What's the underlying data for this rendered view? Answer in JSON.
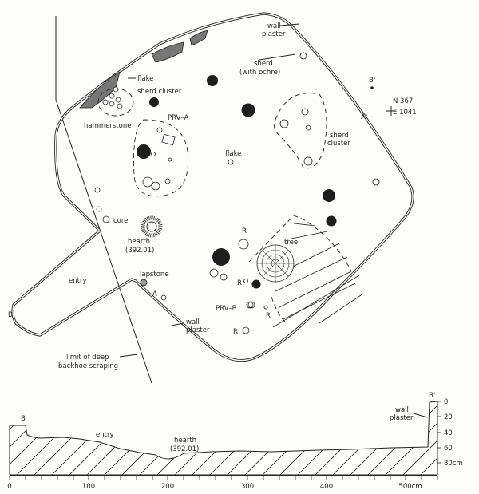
{
  "plan": {
    "labels": {
      "wall_plaster_top": [
        "wall",
        "plaster"
      ],
      "sherd_ochre": [
        "sherd",
        "(with ochre)"
      ],
      "flake_1": "flake",
      "sherd_cluster_1": "sherd cluster",
      "hammerstone": "hammerstone",
      "prv_a": "PRV–A",
      "flake_2": "flake",
      "sherd_cluster_2": [
        "sherd",
        "cluster"
      ],
      "b_prime": "B'",
      "a_prime": "A'",
      "grid_n": "N 367",
      "grid_e": "E 1041",
      "core": "core",
      "hearth": [
        "hearth",
        "(392.01)"
      ],
      "entry": "entry",
      "lapstone": "lapstone",
      "a": "A",
      "b": "B",
      "wall_plaster_bottom": [
        "wall",
        "plaster"
      ],
      "limit": [
        "limit of deep",
        "backhoe scraping"
      ],
      "tree": "tree",
      "prv_b": "PRV–B",
      "r": "R"
    }
  },
  "section": {
    "b_label": "B",
    "b_prime_label": "B'",
    "entry": "entry",
    "hearth": [
      "hearth",
      "(392.01)"
    ],
    "wall_plaster": [
      "wall",
      "plaster"
    ],
    "x_ticks": [
      "0",
      "100",
      "200",
      "300",
      "400",
      "500cm"
    ],
    "y_ticks": [
      "0",
      "20",
      "40",
      "60",
      "80cm"
    ]
  }
}
